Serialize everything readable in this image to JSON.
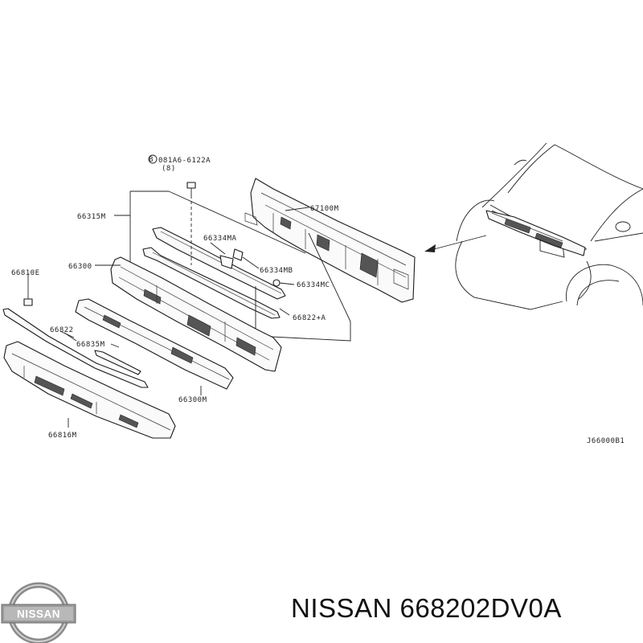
{
  "labels": {
    "bolt": "081A6-6122A",
    "bolt_qty": "(8)",
    "bolt_b": "B",
    "p66315M": "66315M",
    "p66334MA": "66334MA",
    "p66334MB": "66334MB",
    "p66334MC": "66334MC",
    "p66300": "66300",
    "p66810E": "66810E",
    "p66822": "66822",
    "p66835M": "66835M",
    "p66822A": "66822+A",
    "p66300M": "66300M",
    "p66816M": "66816M",
    "p67100M": "67100M",
    "diagram_code": "J66000B1"
  },
  "logo": {
    "text": "NISSAN"
  },
  "footer": {
    "title": "NISSAN 668202DV0A"
  }
}
